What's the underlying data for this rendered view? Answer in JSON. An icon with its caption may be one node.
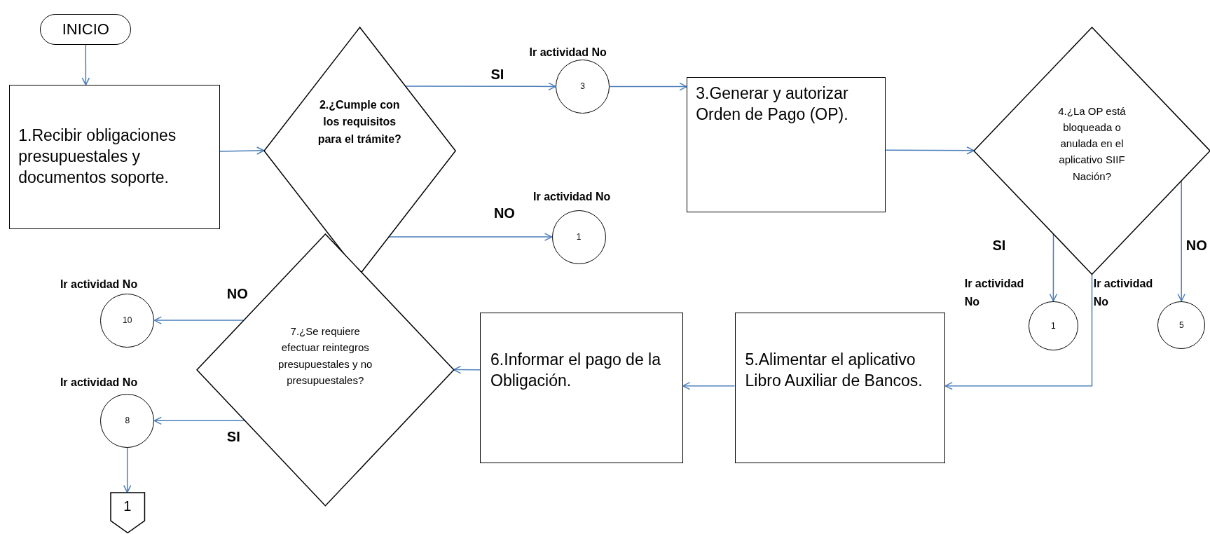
{
  "diagram": {
    "nodes": [
      {
        "text": [
          "INICIO"
        ]
      },
      {
        "text": [
          "1.Recibir obligaciones presupuestales y documentos soporte."
        ]
      },
      {
        "text": [
          "2.¿Cumple con los requisitos para el trámite?"
        ]
      },
      {
        "text": [
          "3"
        ],
        "beside": [
          "Ir actividad No"
        ]
      },
      {
        "text": [
          "1"
        ],
        "beside": [
          "Ir actividad No"
        ]
      },
      {
        "text": [
          "3.Generar y autorizar Orden de Pago (OP)."
        ]
      },
      {
        "text": [
          "4.¿La OP está bloqueada o anulada en el aplicativo SIIF Nación?"
        ]
      },
      {
        "text": [
          "1"
        ],
        "beside": [
          "Ir actividad No"
        ]
      },
      {
        "text": [
          "5"
        ],
        "beside": [
          "Ir actividad No"
        ]
      },
      {
        "text": [
          "10"
        ],
        "beside": [
          "Ir actividad No"
        ]
      },
      {
        "text": [
          "7.¿Se requiere efectuar reintegros presupuestales y no presupuestales?"
        ]
      },
      {
        "text": [
          "6.Informar el pago de la Obligación."
        ]
      },
      {
        "text": [
          "5.Alimentar el aplicativo Libro Auxiliar de Bancos."
        ]
      },
      {
        "text": [
          "8"
        ],
        "beside": [
          "Ir actividad No"
        ]
      },
      {
        "text": [
          "1"
        ]
      }
    ],
    "edges": [
      {
        "from": 0,
        "to": 1,
        "arrow": "to"
      },
      {
        "from": 1,
        "to": 2,
        "arrow": "to"
      },
      {
        "from": 2,
        "to": 3,
        "arrow": "to",
        "label": "SI"
      },
      {
        "from": 2,
        "to": 4,
        "arrow": "to",
        "label": "NO"
      },
      {
        "from": 3,
        "to": 5,
        "arrow": "to"
      },
      {
        "from": 5,
        "to": 6,
        "arrow": "to"
      },
      {
        "from": 6,
        "to": 7,
        "arrow": "to",
        "label": "SI"
      },
      {
        "from": 6,
        "to": 8,
        "arrow": "to",
        "label": "NO"
      },
      {
        "from": 6,
        "to": 12,
        "arrow": "to"
      },
      {
        "from": 12,
        "to": 11,
        "arrow": "to"
      },
      {
        "from": 11,
        "to": 10,
        "arrow": "to"
      },
      {
        "from": 10,
        "to": 9,
        "arrow": "to",
        "label": "NO"
      },
      {
        "from": 10,
        "to": 13,
        "arrow": "to",
        "label": "SI"
      },
      {
        "from": 13,
        "to": 14,
        "arrow": "to"
      }
    ]
  }
}
